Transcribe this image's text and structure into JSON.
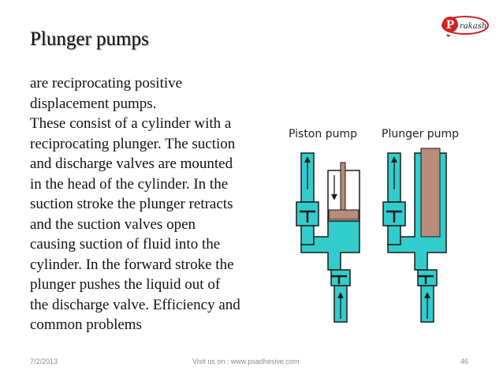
{
  "slide": {
    "logo_text": "rakash",
    "title": "Plunger pumps",
    "body_lines": [
      "are reciprocating positive",
      "displacement pumps.",
      "These consist of a cylinder with a",
      "reciprocating plunger. The suction",
      "and discharge valves are mounted",
      "in the head of the cylinder. In the",
      "suction stroke the plunger retracts",
      "and the suction valves open",
      "causing suction of fluid into the",
      "cylinder. In the forward stroke the",
      "plunger pushes the liquid out of",
      "the discharge valve. Efficiency and",
      "common problems"
    ]
  },
  "diagram": {
    "label_piston": "Piston pump",
    "label_plunger": "Plunger pump",
    "colors": {
      "fluid": "#33cccc",
      "piston": "#b88c7a",
      "outline": "#1a1a1a"
    }
  },
  "footer": {
    "date": "7/2/2013",
    "site": "Visit us on : www.psadhesive.com",
    "page": "46"
  }
}
